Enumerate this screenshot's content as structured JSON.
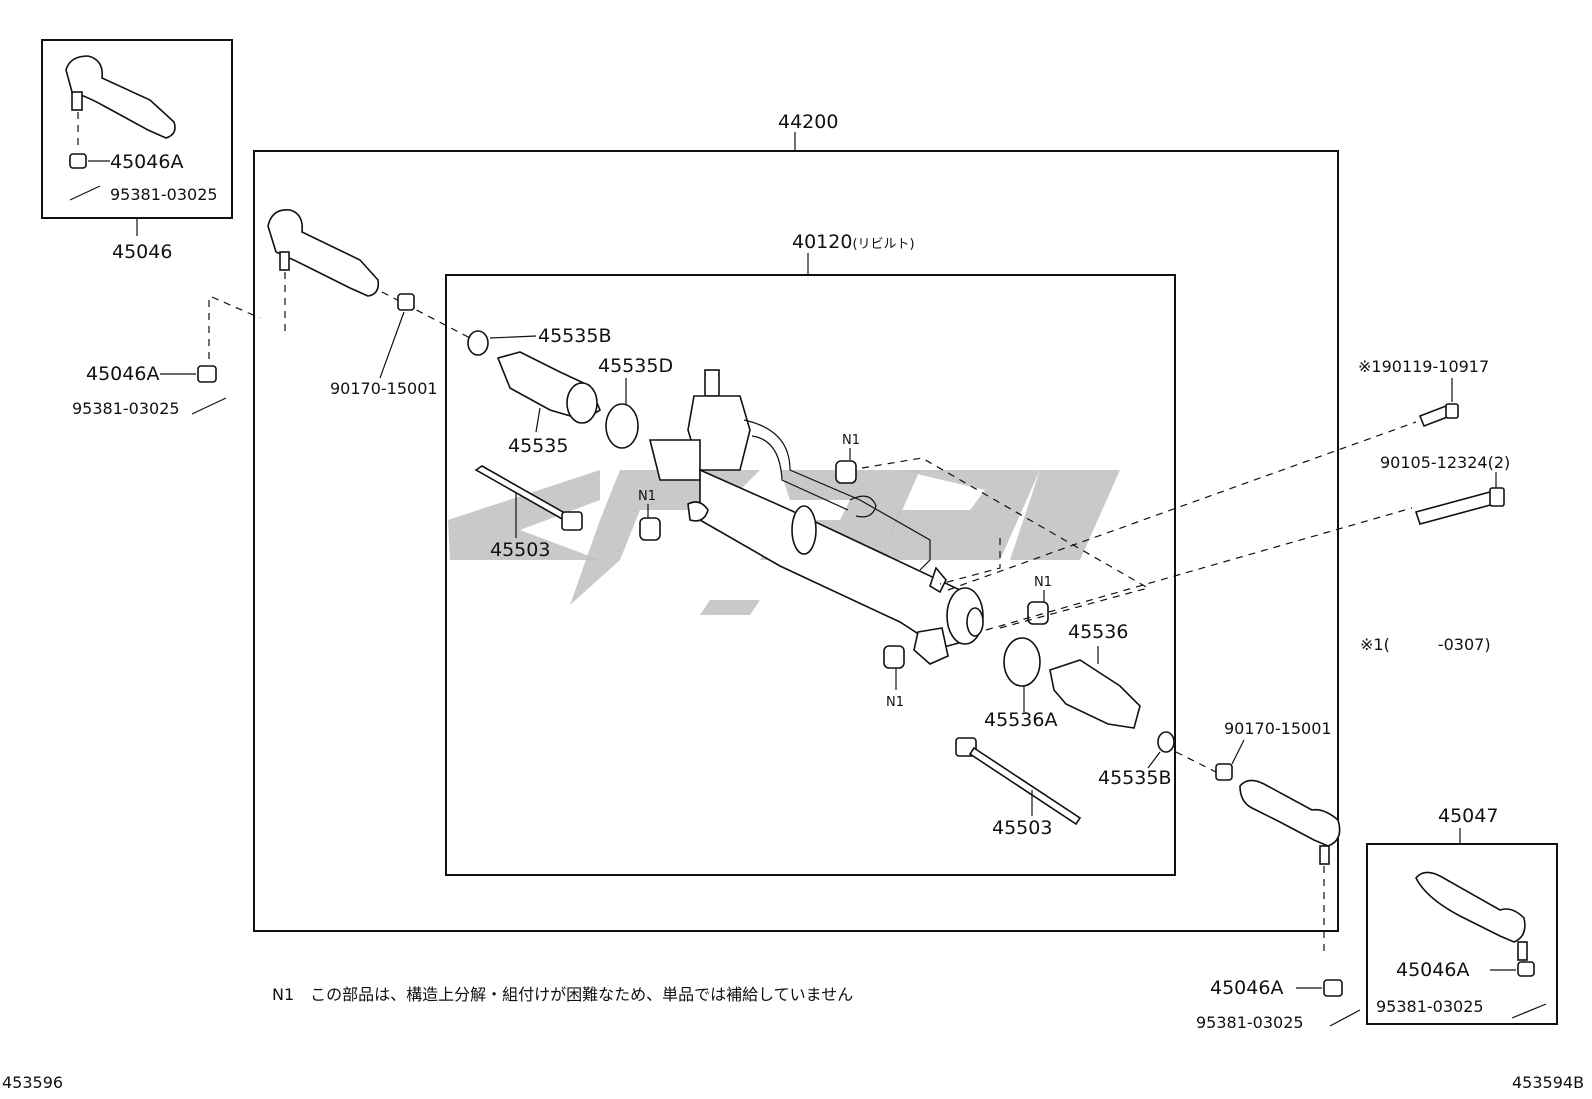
{
  "labels": {
    "assembly": "44200",
    "rebuilt_number": "40120",
    "rebuilt_note": "(リビルト)",
    "tie_rod_end_lh": "45046",
    "tie_rod_end_rh": "45047",
    "nut": "45046A",
    "cotter_pin": "95381-03025",
    "clip_b": "45535B",
    "clip_d": "45535D",
    "boot_lh": "45535",
    "boot_rh": "45536",
    "clamp_a": "45536A",
    "rack_end": "45503",
    "lock_nut": "90170-15001",
    "bolt_1": "※190119-10917",
    "bolt_2": "90105-12324(2)",
    "bushing": "N1",
    "remark": "※1(　　　-0307)"
  },
  "footnote": "N1　この部品は、構造上分解・組付けが困難なため、単品では補給していません",
  "fig_left": "453596",
  "fig_right": "453594B"
}
